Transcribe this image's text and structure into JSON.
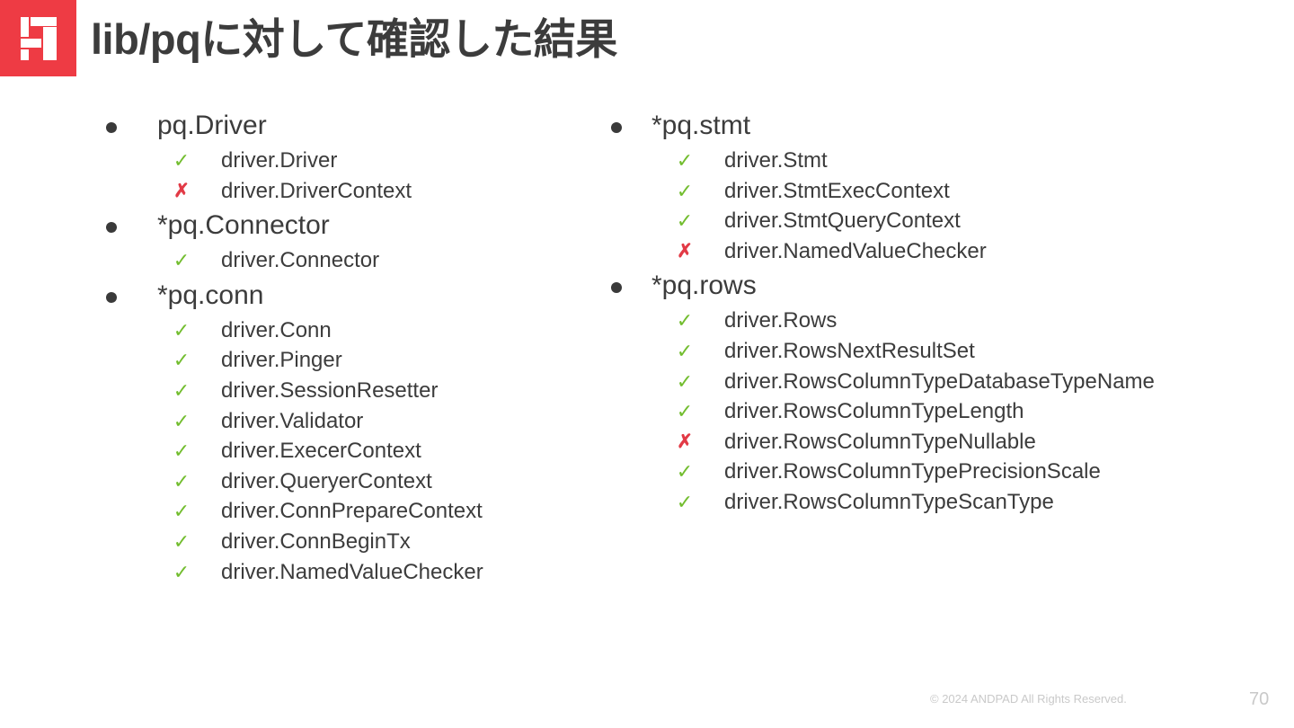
{
  "slide": {
    "title": "lib/pqに対して確認した結果",
    "page_number": "70",
    "copyright": "© 2024 ANDPAD All Rights Reserved.",
    "colors": {
      "brand_red": "#EE3B44",
      "title_gray": "#3c3c3c",
      "check_green": "#72BD2E",
      "cross_red": "#E23A46",
      "footer_gray": "#c9c9c9"
    },
    "logo": "andpad-logo-icon"
  },
  "marks": {
    "ok": "✓",
    "ng": "✗"
  },
  "columns": [
    {
      "groups": [
        {
          "label": "pq.Driver",
          "items": [
            {
              "status": "ok",
              "label": "driver.Driver"
            },
            {
              "status": "ng",
              "label": "driver.DriverContext"
            }
          ]
        },
        {
          "label": "*pq.Connector",
          "items": [
            {
              "status": "ok",
              "label": "driver.Connector"
            }
          ]
        },
        {
          "label": "*pq.conn",
          "items": [
            {
              "status": "ok",
              "label": "driver.Conn"
            },
            {
              "status": "ok",
              "label": "driver.Pinger"
            },
            {
              "status": "ok",
              "label": "driver.SessionResetter"
            },
            {
              "status": "ok",
              "label": "driver.Validator"
            },
            {
              "status": "ok",
              "label": "driver.ExecerContext"
            },
            {
              "status": "ok",
              "label": "driver.QueryerContext"
            },
            {
              "status": "ok",
              "label": "driver.ConnPrepareContext"
            },
            {
              "status": "ok",
              "label": "driver.ConnBeginTx"
            },
            {
              "status": "ok",
              "label": "driver.NamedValueChecker"
            }
          ]
        }
      ]
    },
    {
      "groups": [
        {
          "label": "*pq.stmt",
          "items": [
            {
              "status": "ok",
              "label": "driver.Stmt"
            },
            {
              "status": "ok",
              "label": "driver.StmtExecContext"
            },
            {
              "status": "ok",
              "label": "driver.StmtQueryContext"
            },
            {
              "status": "ng",
              "label": "driver.NamedValueChecker"
            }
          ]
        },
        {
          "label": "*pq.rows",
          "items": [
            {
              "status": "ok",
              "label": "driver.Rows"
            },
            {
              "status": "ok",
              "label": "driver.RowsNextResultSet"
            },
            {
              "status": "ok",
              "label": "driver.RowsColumnTypeDatabaseTypeName"
            },
            {
              "status": "ok",
              "label": "driver.RowsColumnTypeLength"
            },
            {
              "status": "ng",
              "label": "driver.RowsColumnTypeNullable"
            },
            {
              "status": "ok",
              "label": "driver.RowsColumnTypePrecisionScale"
            },
            {
              "status": "ok",
              "label": "driver.RowsColumnTypeScanType"
            }
          ]
        }
      ]
    }
  ]
}
